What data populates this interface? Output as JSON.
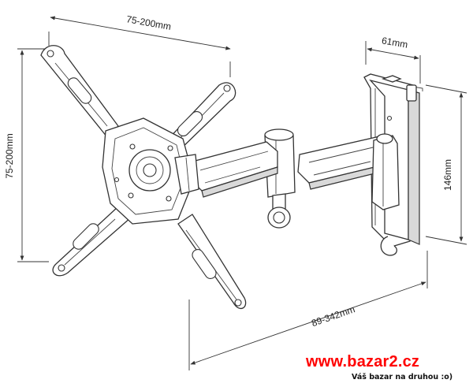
{
  "dimensions": {
    "top_width": "75-200mm",
    "left_height": "75-200mm",
    "wall_plate_width": "61mm",
    "wall_plate_height": "146mm",
    "arm_extension": "89-342mm"
  },
  "watermark": {
    "url": "www.bazar2.cz",
    "tagline": "Váš bazar na druhou :o)",
    "url_color": "#ff0000"
  },
  "colors": {
    "line": "#333333",
    "fill": "#ffffff",
    "shade": "#d9d9d9"
  }
}
